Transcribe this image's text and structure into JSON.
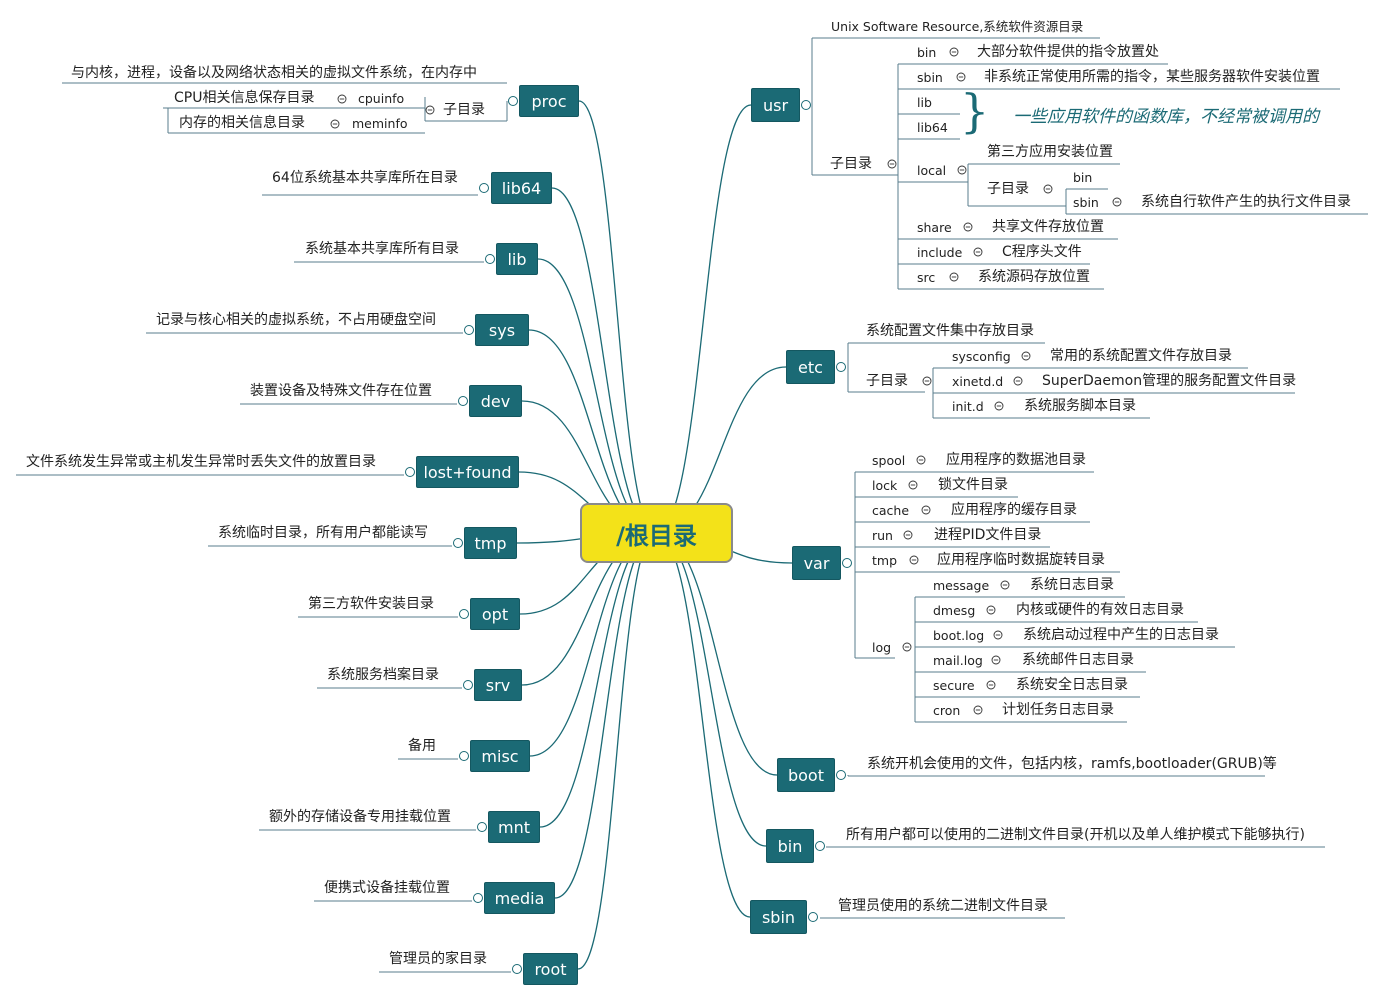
{
  "root": {
    "label": "/根目录"
  },
  "left": {
    "proc": {
      "label": "proc",
      "desc": "与内核，进程，设备以及网络状态相关的虚拟文件系统，在内存中",
      "sub": "子目录",
      "children": [
        {
          "name": "cpuinfo",
          "desc": "CPU相关信息保存目录"
        },
        {
          "name": "meminfo",
          "desc": "内存的相关信息目录"
        }
      ]
    },
    "lib64": {
      "label": "lib64",
      "desc": "64位系统基本共享库所在目录"
    },
    "lib": {
      "label": "lib",
      "desc": "系统基本共享库所有目录"
    },
    "sys": {
      "label": "sys",
      "desc": "记录与核心相关的虚拟系统，不占用硬盘空间"
    },
    "dev": {
      "label": "dev",
      "desc": "装置设备及特殊文件存在位置"
    },
    "lostfound": {
      "label": "lost+found",
      "desc": "文件系统发生异常或主机发生异常时丢失文件的放置目录"
    },
    "tmp": {
      "label": "tmp",
      "desc": "系统临时目录，所有用户都能读写"
    },
    "opt": {
      "label": "opt",
      "desc": "第三方软件安装目录"
    },
    "srv": {
      "label": "srv",
      "desc": "系统服务档案目录"
    },
    "misc": {
      "label": "misc",
      "desc": "备用"
    },
    "mnt": {
      "label": "mnt",
      "desc": "额外的存储设备专用挂载位置"
    },
    "media": {
      "label": "media",
      "desc": "便携式设备挂载位置"
    },
    "rootdir": {
      "label": "root",
      "desc": "管理员的家目录"
    }
  },
  "right": {
    "usr": {
      "label": "usr",
      "desc": "Unix Software Resource,系统软件资源目录",
      "sub": "子目录",
      "bin": {
        "name": "bin",
        "desc": "大部分软件提供的指令放置处"
      },
      "sbin": {
        "name": "sbin",
        "desc": "非系统正常使用所需的指令，某些服务器软件安装位置"
      },
      "lib": "lib",
      "lib64": "lib64",
      "lib_note": "一些应用软件的函数库，不经常被调用的",
      "local": {
        "name": "local",
        "desc": "第三方应用安装位置",
        "sub": "子目录",
        "bin": "bin",
        "sbin": "sbin",
        "sbin_desc": "系统自行软件产生的执行文件目录"
      },
      "share": {
        "name": "share",
        "desc": "共享文件存放位置"
      },
      "include": {
        "name": "include",
        "desc": "C程序头文件"
      },
      "src": {
        "name": "src",
        "desc": "系统源码存放位置"
      }
    },
    "etc": {
      "label": "etc",
      "desc": "系统配置文件集中存放目录",
      "sub": "子目录",
      "children": [
        {
          "name": "sysconfig",
          "desc": "常用的系统配置文件存放目录"
        },
        {
          "name": "xinetd.d",
          "desc": "SuperDaemon管理的服务配置文件目录"
        },
        {
          "name": "init.d",
          "desc": "系统服务脚本目录"
        }
      ]
    },
    "var": {
      "label": "var",
      "children": [
        {
          "name": "spool",
          "desc": "应用程序的数据池目录"
        },
        {
          "name": "lock",
          "desc": "锁文件目录"
        },
        {
          "name": "cache",
          "desc": "应用程序的缓存目录"
        },
        {
          "name": "run",
          "desc": "进程PID文件目录"
        },
        {
          "name": "tmp",
          "desc": "应用程序临时数据旋转目录"
        }
      ],
      "log": {
        "name": "log",
        "children": [
          {
            "name": "message",
            "desc": "系统日志目录"
          },
          {
            "name": "dmesg",
            "desc": "内核或硬件的有效日志目录"
          },
          {
            "name": "boot.log",
            "desc": "系统启动过程中产生的日志目录"
          },
          {
            "name": "mail.log",
            "desc": "系统邮件日志目录"
          },
          {
            "name": "secure",
            "desc": "系统安全日志目录"
          },
          {
            "name": "cron",
            "desc": "计划任务日志目录"
          }
        ]
      }
    },
    "boot": {
      "label": "boot",
      "desc": "系统开机会使用的文件，包括内核，ramfs,bootloader(GRUB)等"
    },
    "bin": {
      "label": "bin",
      "desc": "所有用户都可以使用的二进制文件目录(开机以及单人维护模式下能够执行)"
    },
    "sbin": {
      "label": "sbin",
      "desc": "管理员使用的系统二进制文件目录"
    }
  },
  "colors": {
    "node": "#1b6a75",
    "root_fill": "#f3e219",
    "line": "#5a7d8c"
  }
}
